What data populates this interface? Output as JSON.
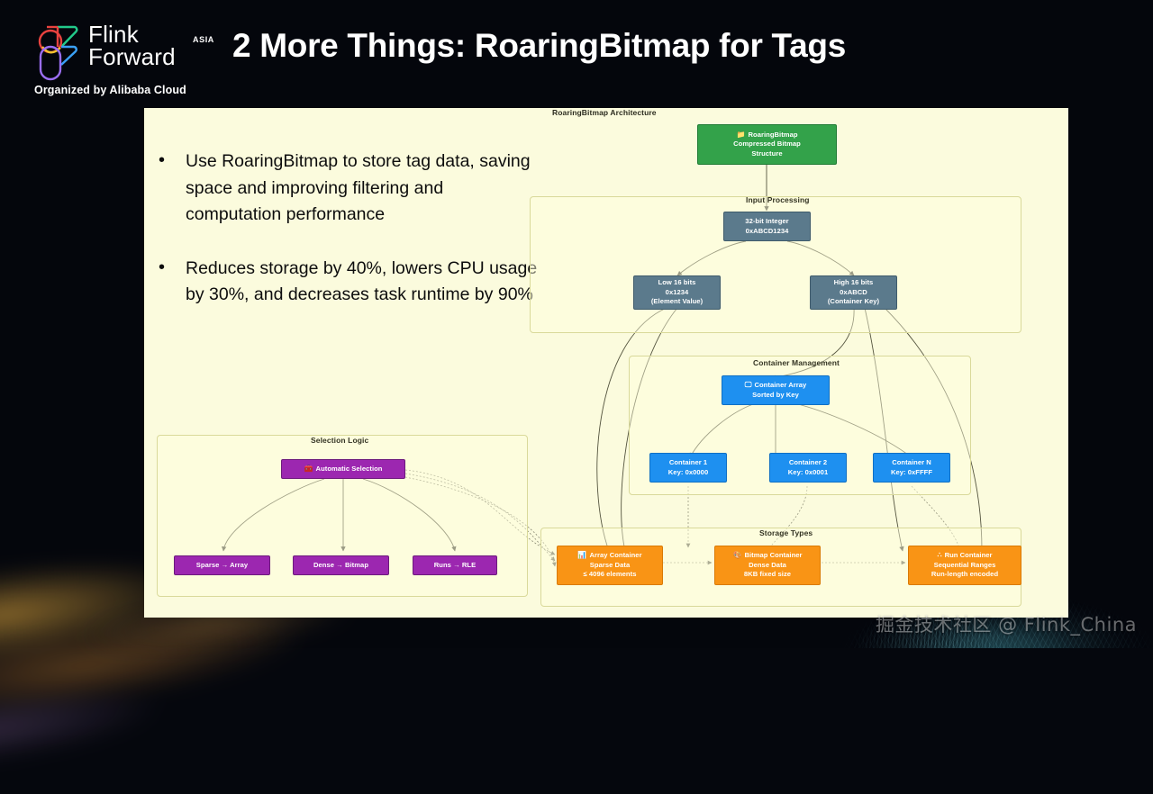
{
  "brand": {
    "name_line1": "Flink",
    "name_line2": "Forward",
    "region": "ASIA",
    "organized_by": "Organized by Alibaba Cloud",
    "logo_icon": "flink-forward-logo-icon"
  },
  "header": {
    "title": "2 More Things: RoaringBitmap for Tags"
  },
  "content": {
    "bullets": [
      "Use RoaringBitmap to store tag data, saving space and improving filtering and computation performance",
      "Reduces storage by 40%, lowers CPU usage by 30%, and decreases task runtime by 90%"
    ]
  },
  "diagram": {
    "title": "RoaringBitmap Architecture",
    "clusters": [
      {
        "label": "Input Processing"
      },
      {
        "label": "Container Management"
      },
      {
        "label": "Selection Logic"
      },
      {
        "label": "Storage Types"
      }
    ],
    "nodes": {
      "root": {
        "icon": "folder-icon",
        "icon_glyph": "📁",
        "line1": "RoaringBitmap",
        "line2": "Compressed Bitmap",
        "line3": "Structure",
        "color": "#33a24a"
      },
      "input": {
        "line1": "32-bit Integer",
        "line2": "0xABCD1234",
        "color": "#5b7a8c"
      },
      "low_bits": {
        "line1": "Low 16 bits",
        "line2": "0x1234",
        "line3": "(Element Value)",
        "color": "#5b7a8c"
      },
      "high_bits": {
        "line1": "High 16 bits",
        "line2": "0xABCD",
        "line3": "(Container Key)",
        "color": "#5b7a8c"
      },
      "container_array": {
        "icon": "display-icon",
        "icon_glyph": "🖵",
        "line1": "Container Array",
        "line2": "Sorted by Key",
        "color": "#1e90f0"
      },
      "container_1": {
        "line1": "Container 1",
        "line2": "Key: 0x0000",
        "color": "#1e90f0"
      },
      "container_2": {
        "line1": "Container 2",
        "line2": "Key: 0x0001",
        "color": "#1e90f0"
      },
      "container_n": {
        "line1": "Container N",
        "line2": "Key: 0xFFFF",
        "color": "#1e90f0"
      },
      "auto_selection": {
        "icon": "toolbox-icon",
        "icon_glyph": "🧰",
        "line1": "Automatic Selection",
        "color": "#9c27b0"
      },
      "sparse": {
        "line1": "Sparse → Array",
        "color": "#9c27b0"
      },
      "dense": {
        "line1": "Dense → Bitmap",
        "color": "#9c27b0"
      },
      "runs": {
        "line1": "Runs → RLE",
        "color": "#9c27b0"
      },
      "array_container": {
        "icon": "bar-chart-icon",
        "icon_glyph": "📊",
        "line1": "Array Container",
        "line2": "Sparse Data",
        "line3": "≤ 4096 elements",
        "color": "#f99415"
      },
      "bitmap_container": {
        "icon": "artist-palette-icon",
        "icon_glyph": "🎨",
        "line1": "Bitmap Container",
        "line2": "Dense Data",
        "line3": "8KB fixed size",
        "color": "#f99415"
      },
      "run_container": {
        "icon": "dotted-line-icon",
        "icon_glyph": "∴",
        "line1": "Run Container",
        "line2": "Sequential Ranges",
        "line3": "Run-length encoded",
        "color": "#f99415"
      }
    }
  },
  "watermark": {
    "text": "掘金技术社区 @ Flink_China"
  }
}
